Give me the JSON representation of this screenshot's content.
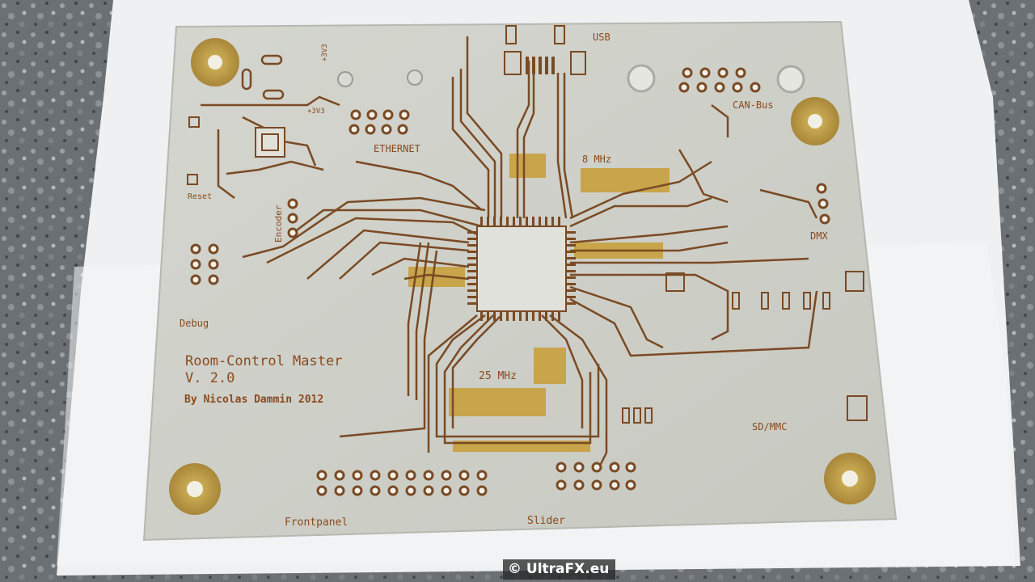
{
  "board": {
    "title_line1": "Room-Control Master",
    "title_line2": "V. 2.0",
    "author": "By Nicolas Dammin 2012"
  },
  "labels": {
    "usb": "USB",
    "ethernet": "ETHERNET",
    "can_bus": "CAN-Bus",
    "crystal_8": "8 MHz",
    "crystal_25": "25 MHz",
    "reset": "Reset",
    "encoder": "Encoder",
    "dmx": "DMX",
    "debug": "Debug",
    "sd_mmc": "SD/MMC",
    "frontpanel": "Frontpanel",
    "slider": "Slider",
    "v33_top": "+3V3",
    "v33_mid": "+3V3"
  },
  "watermark": "© UltraFX.eu",
  "colors": {
    "copper": "#c8a44a",
    "trace": "#7a4a24",
    "board": "#d2d4cc",
    "silk": "#8a4a1e"
  }
}
